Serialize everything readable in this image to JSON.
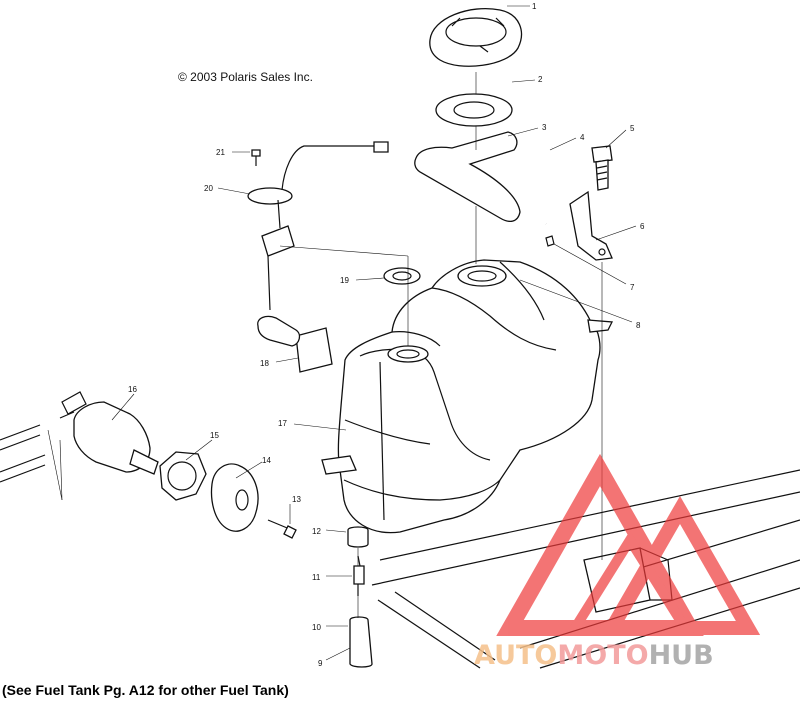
{
  "copyright": "© 2003 Polaris Sales Inc.",
  "footer_note": "(See Fuel Tank Pg. A12 for other Fuel Tank)",
  "watermark": {
    "text_auto": "AUTO",
    "text_moto": "MOTO",
    "text_hub": "HUB",
    "color_auto": "#f5c08a",
    "color_moto": "#f29a9a",
    "color_hub": "#a9a9a9",
    "logo_color": "#ee3a3a"
  },
  "callouts": [
    "1",
    "2",
    "3",
    "4",
    "5",
    "6",
    "7",
    "8",
    "9",
    "10",
    "11",
    "12",
    "13",
    "14",
    "15",
    "16",
    "17",
    "18",
    "19",
    "20",
    "21"
  ]
}
